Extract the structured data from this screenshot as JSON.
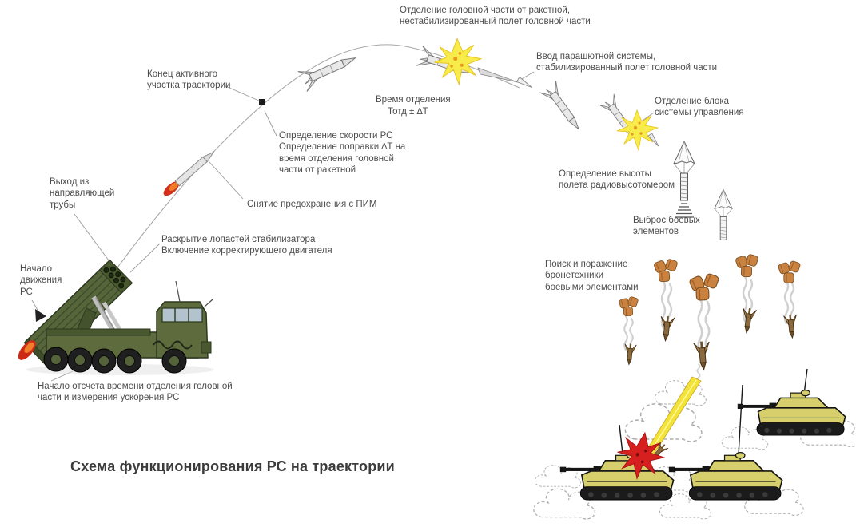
{
  "diagram": {
    "title": "Схема функционирования РС на траектории",
    "labels": {
      "head_separation": "Отделение головной части от ракетной,\nнестабилизированный полет головной части",
      "parachute_deploy": "Ввод парашютной системы,\nстабилизированный полет головной части",
      "active_leg_end": "Конец активного\nучастка траектории",
      "separation_time_line1": "Время отделения",
      "separation_time_line2": "Тотд.± ∆Т",
      "control_block_separation": "Отделение блока\nсистемы управления",
      "velocity_correction": "Определение скорости РС\nОпределение поправки ∆Т на\nвремя отделения головной\nчасти от ракетной",
      "pim_safety": "Снятие предохранения с ПИМ",
      "altimeter": "Определение высоты\nполета радиовысотомером",
      "tube_exit": "Выход из\nнаправляющей\nтрубы",
      "stabilizer_fins": "Раскрытие лопастей стабилизатора\nВключение корректирующего двигателя",
      "warhead_ejection": "Выброс боевых\nэлементов",
      "movement_start": "Начало\nдвижения\nРС",
      "target_engagement": "Поиск и поражение\nбронетехники\nбоевыми элементами",
      "timer_start": "Начало отсчета времени отделения головной\nчасти и измерения ускорения РС"
    },
    "colors": {
      "background": "#ffffff",
      "label_text": "#4d4d4d",
      "title_text": "#3b3b3b",
      "trajectory_line": "#a8a8a8",
      "launcher_green": "#5d6b3d",
      "exhaust_red": "#cf2a16",
      "burst_yellow": "#f7ec49",
      "impact_explosion_red": "#d61f1f",
      "beam_yellow": "#f3e339",
      "tank_khaki": "#d7ce6c",
      "submunition_orange": "#c9823f"
    }
  }
}
